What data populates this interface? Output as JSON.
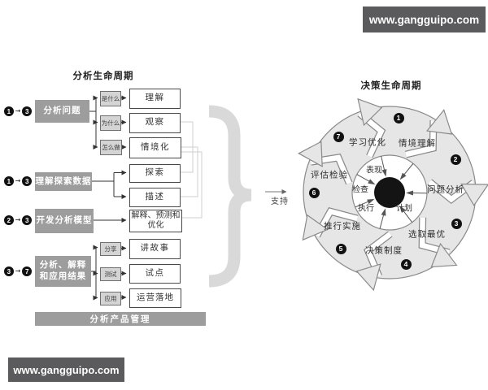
{
  "watermark_top": "www.gangguipo.com",
  "watermark_bottom": "www.gangguipo.com",
  "left_diagram": {
    "title": "分析生命周期",
    "rows": [
      {
        "badge": {
          "from": "1",
          "to": "3"
        },
        "stage": "分析问题",
        "branches": [
          {
            "qualifier": "是什么",
            "output": "理解"
          },
          {
            "qualifier": "为什么",
            "output": "观察"
          },
          {
            "qualifier": "怎么做",
            "output": "情境化"
          }
        ]
      },
      {
        "badge": {
          "from": "1",
          "to": "3"
        },
        "stage": "理解探索数据",
        "branches": [
          {
            "output": "探索"
          },
          {
            "output": "描述"
          }
        ]
      },
      {
        "badge": {
          "from": "2",
          "to": "3"
        },
        "stage": "开发分析模型",
        "branches": [
          {
            "output": "解释、预测和优化"
          }
        ]
      },
      {
        "badge": {
          "from": "3",
          "to": "7"
        },
        "stage": "分析、解释和应用结果",
        "branches": [
          {
            "qualifier": "分享",
            "output": "讲故事"
          },
          {
            "qualifier": "测试",
            "output": "试点"
          },
          {
            "qualifier": "应用",
            "output": "运营落地"
          }
        ]
      }
    ],
    "footer": "分析产品管理"
  },
  "link": {
    "label": "支持"
  },
  "right_diagram": {
    "title": "决策生命周期",
    "segments": [
      {
        "num": "1",
        "label": "情境理解"
      },
      {
        "num": "2",
        "label": "问题分析"
      },
      {
        "num": "3",
        "label": "选取最优"
      },
      {
        "num": "4",
        "label": "决策制度"
      },
      {
        "num": "5",
        "label": "推行实施"
      },
      {
        "num": "6",
        "label": "评估检验"
      },
      {
        "num": "7",
        "label": "学习优化"
      }
    ],
    "core": [
      {
        "label": "表现"
      },
      {
        "label": "检查"
      },
      {
        "label": "执行"
      },
      {
        "label": "计划"
      }
    ]
  },
  "colors": {
    "stage_box": "#9d9d9d",
    "qualifier_box": "#d4d4d4",
    "ring_fill": "#e6e6e6",
    "ring_stroke": "#8a8a8a",
    "watermark_bg": "#5b5b5d",
    "center_dot": "#141414"
  }
}
